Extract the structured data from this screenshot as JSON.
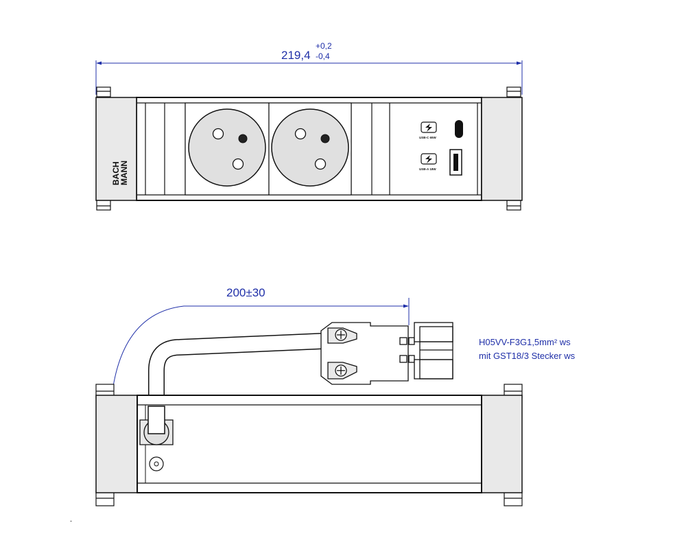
{
  "top_view": {
    "overall_width": "219,4",
    "tolerance_upper": "+0,2",
    "tolerance_lower": "-0,4",
    "brand_line1": "BACH",
    "brand_line2": "MANN",
    "usb_c_label": "USB-C 65W",
    "usb_a_label": "USB-A 18W"
  },
  "side_view": {
    "cable_length": "200±30",
    "cable_spec_line1": "H05VV-F3G1,5mm² ws",
    "cable_spec_line2": "mit GST18/3  Stecker ws"
  },
  "colors": {
    "dimension": "#1f2fa8",
    "outline": "#111111",
    "cover_fill": "#e9e9e9",
    "socket_fill": "#e0e0e0"
  }
}
